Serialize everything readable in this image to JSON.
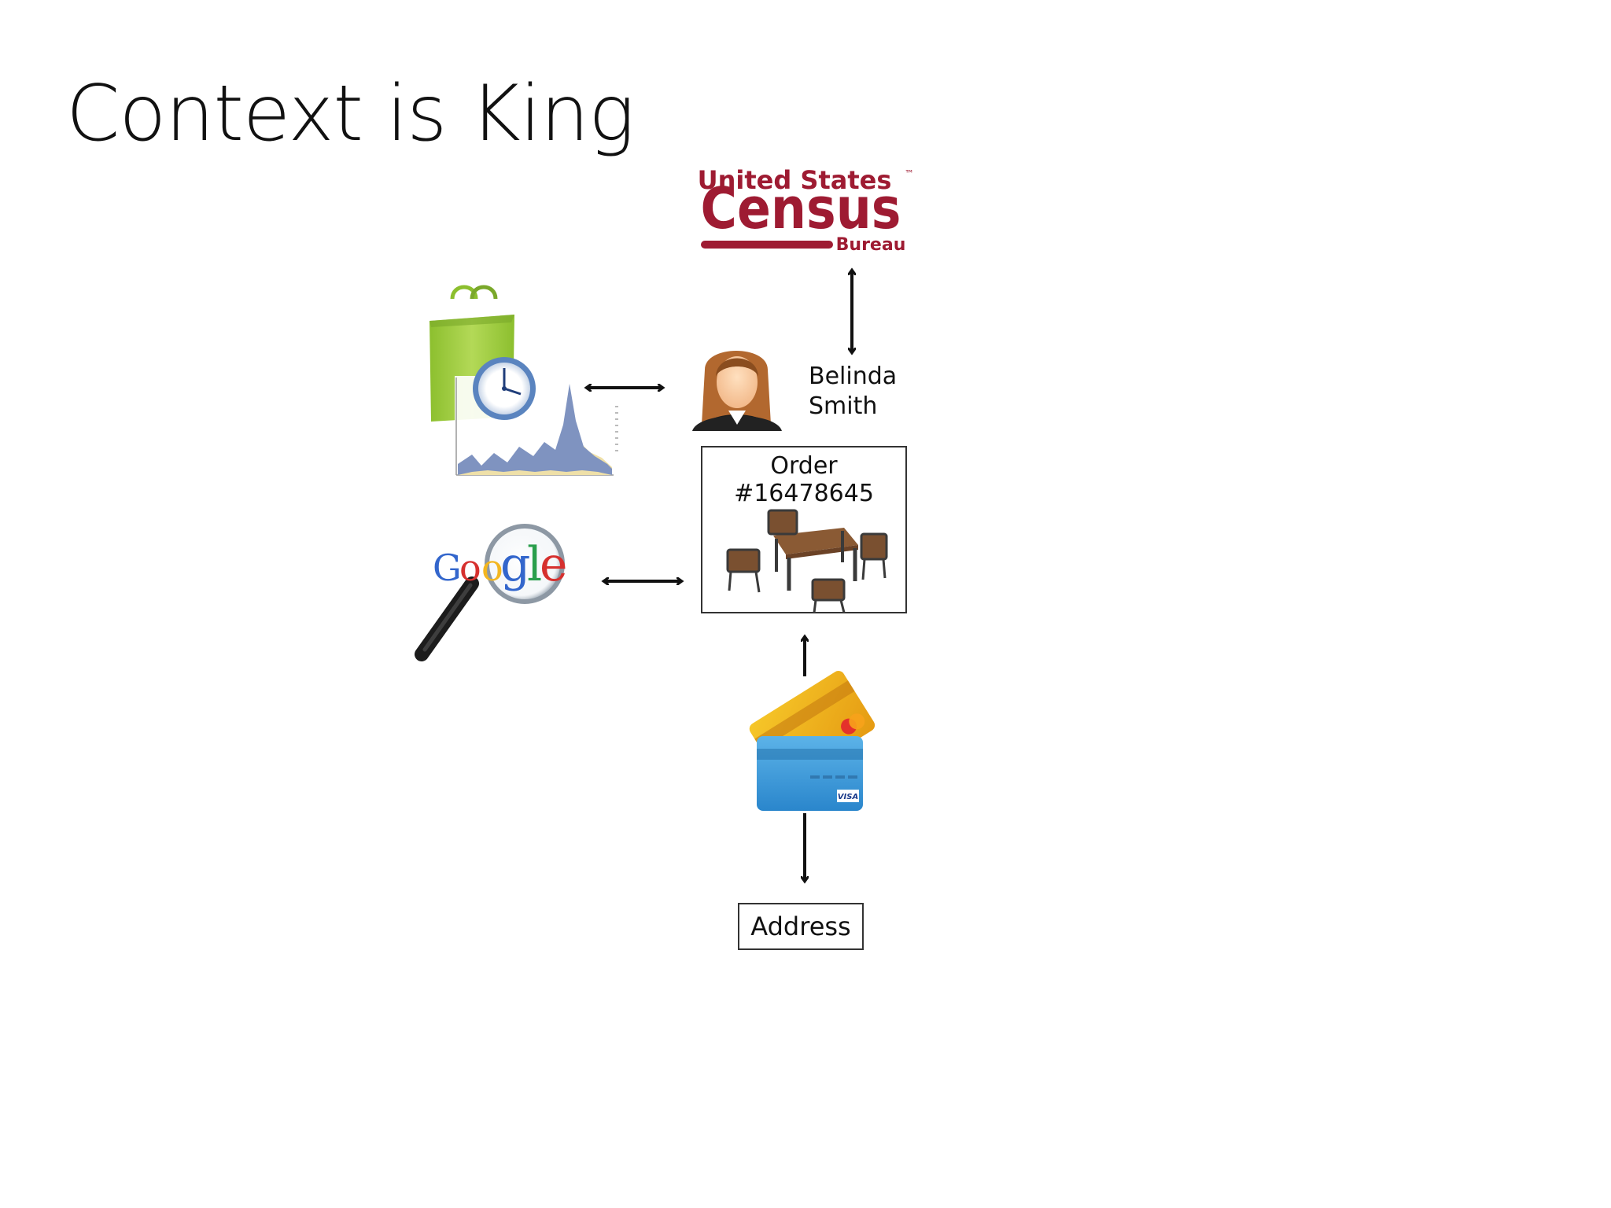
{
  "title": "Context is King",
  "census": {
    "line1": "United States",
    "tm": "™",
    "line2": "Census",
    "line3": "Bureau",
    "color": "#9e1b32"
  },
  "person": {
    "first": "Belinda",
    "last": "Smith"
  },
  "order": {
    "label": "Order #16478645"
  },
  "google": {
    "letters": [
      "G",
      "o",
      "o",
      "g",
      "l",
      "e"
    ],
    "colors": [
      "#3366cc",
      "#d6302e",
      "#f3b61f",
      "#3366cc",
      "#2a9f4c",
      "#d6302e"
    ]
  },
  "address": {
    "label": "Address"
  },
  "cards": {
    "visa": "VISA"
  },
  "colors": {
    "arrow": "#111111",
    "bag": "#9ccc3c",
    "chart_blue": "#7f93c0",
    "chart_tan": "#efe0a8"
  }
}
